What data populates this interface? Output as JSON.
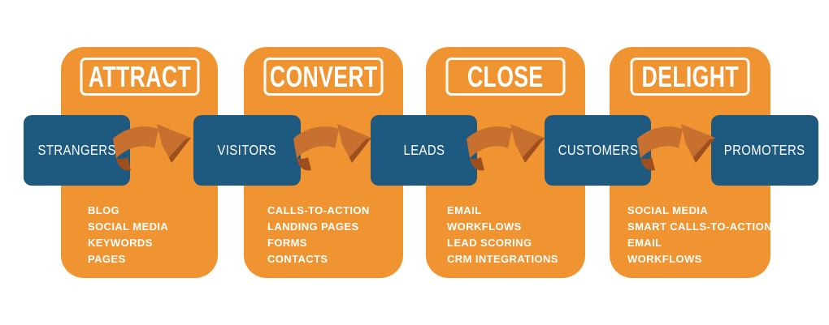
{
  "diagram": {
    "type": "inbound-methodology-flow",
    "stages": [
      {
        "title": "ATTRACT",
        "tools": [
          "BLOG",
          "SOCIAL MEDIA",
          "KEYWORDS",
          "PAGES"
        ]
      },
      {
        "title": "CONVERT",
        "tools": [
          "CALLS-TO-ACTION",
          "LANDING PAGES",
          "FORMS",
          "CONTACTS"
        ]
      },
      {
        "title": "CLOSE",
        "tools": [
          "EMAIL",
          "WORKFLOWS",
          "LEAD SCORING",
          "CRM INTEGRATIONS"
        ]
      },
      {
        "title": "DELIGHT",
        "tools": [
          "SOCIAL MEDIA",
          "SMART CALLS-TO-ACTION",
          "EMAIL",
          "WORKFLOWS"
        ]
      }
    ],
    "audiences": [
      "STRANGERS",
      "VISITORS",
      "LEADS",
      "CUSTOMERS",
      "PROMOTERS"
    ]
  },
  "colors": {
    "panel_orange": "#ef9430",
    "audience_blue": "#1e5a80",
    "arrow_main": "#c8702f",
    "arrow_dark": "#9d4f1d",
    "text_white": "#ffffff",
    "canvas_bg": "#ffffff"
  }
}
